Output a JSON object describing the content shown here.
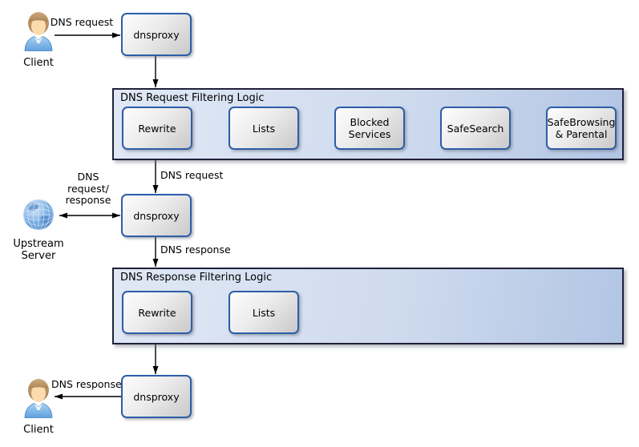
{
  "diagram": {
    "colors": {
      "node_border": "#2d5da9",
      "node_fill_top": "#fdfdfd",
      "node_fill_bottom": "#c9c9c9",
      "container_border": "#20203a",
      "container_fill_left": "#e0e8f5",
      "container_fill_right": "#b2c5e4",
      "arrow": "#000000",
      "background": "#ffffff"
    },
    "actors": {
      "client_top": {
        "label": "Client"
      },
      "upstream_server": {
        "label": "Upstream Server"
      },
      "client_bottom": {
        "label": "Client"
      }
    },
    "nodes": {
      "dnsproxy_top": {
        "label": "dnsproxy"
      },
      "dnsproxy_middle": {
        "label": "dnsproxy"
      },
      "dnsproxy_bottom": {
        "label": "dnsproxy"
      }
    },
    "containers": {
      "request_filtering": {
        "title": "DNS Request Filtering Logic",
        "steps": [
          {
            "label": "Rewrite"
          },
          {
            "label": "Lists"
          },
          {
            "label": "Blocked Services"
          },
          {
            "label": "SafeSearch"
          },
          {
            "label": "SafeBrowsing & Parental"
          }
        ]
      },
      "response_filtering": {
        "title": "DNS Response Filtering Logic",
        "steps": [
          {
            "label": "Rewrite"
          },
          {
            "label": "Lists"
          }
        ]
      }
    },
    "edge_labels": {
      "client_to_proxy": "DNS request",
      "filter_to_proxy": "DNS request",
      "proxy_to_response_filter": "DNS response",
      "upstream_exchange": "DNS request/ response",
      "proxy_to_client": "DNS response"
    }
  }
}
